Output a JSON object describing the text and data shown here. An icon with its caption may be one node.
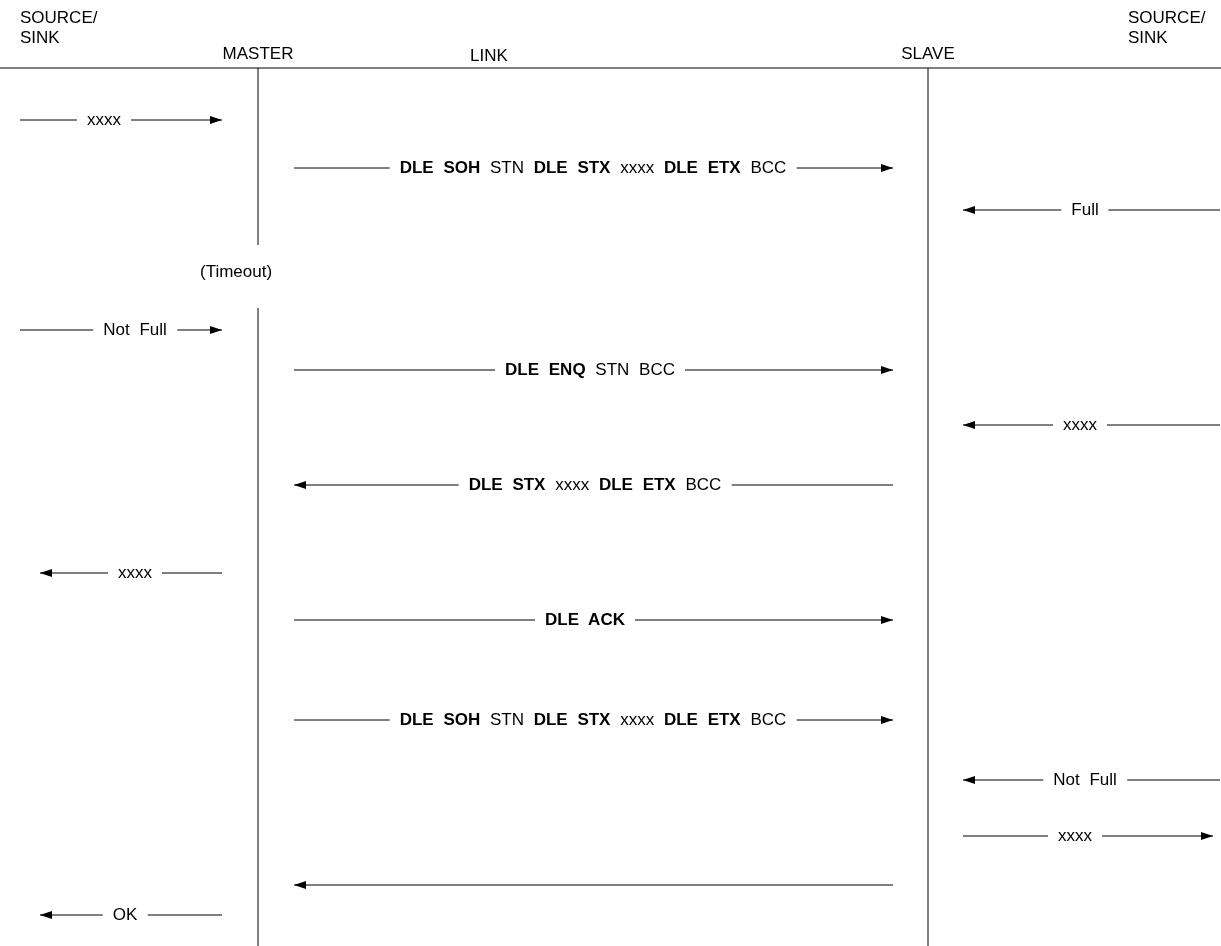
{
  "diagram": {
    "nodes": [
      {
        "text": [
          "MASTER"
        ]
      },
      {
        "text": [
          "SLAVE"
        ]
      }
    ],
    "edges": [
      {
        "from": null,
        "to": 0,
        "arrow": "to",
        "label": "xxxx"
      },
      {
        "from": 0,
        "to": 1,
        "arrow": "to",
        "label": "**DLE SOH** STN **DLE STX** xxxx **DLE ETX** BCC"
      },
      {
        "from": null,
        "to": 1,
        "arrow": "to",
        "label": "Full"
      },
      {
        "from": null,
        "to": 0,
        "arrow": "to",
        "label": "Not Full"
      },
      {
        "from": 0,
        "to": 1,
        "arrow": "to",
        "label": "**DLE ENQ** STN BCC"
      },
      {
        "from": null,
        "to": 1,
        "arrow": "to",
        "label": "xxxx"
      },
      {
        "from": 1,
        "to": 0,
        "arrow": "to",
        "label": "**DLE STX** xxxx **DLE ETX** BCC"
      },
      {
        "from": 0,
        "to": null,
        "arrow": "to",
        "label": "xxxx"
      },
      {
        "from": 0,
        "to": 1,
        "arrow": "to",
        "label": "**DLE ACK**"
      },
      {
        "from": 0,
        "to": 1,
        "arrow": "to",
        "label": "**DLE SOH** STN **DLE STX** xxxx **DLE ETX** BCC"
      },
      {
        "from": null,
        "to": 1,
        "arrow": "to",
        "label": "Not Full"
      },
      {
        "from": 1,
        "to": null,
        "arrow": "to",
        "label": "xxxx"
      },
      {
        "from": 1,
        "to": 0,
        "arrow": "to"
      },
      {
        "from": 0,
        "to": null,
        "arrow": "to",
        "label": "OK"
      }
    ],
    "labels": [
      "SOURCE/ SINK",
      "LINK",
      "SOURCE/ SINK",
      "(Timeout)"
    ]
  }
}
